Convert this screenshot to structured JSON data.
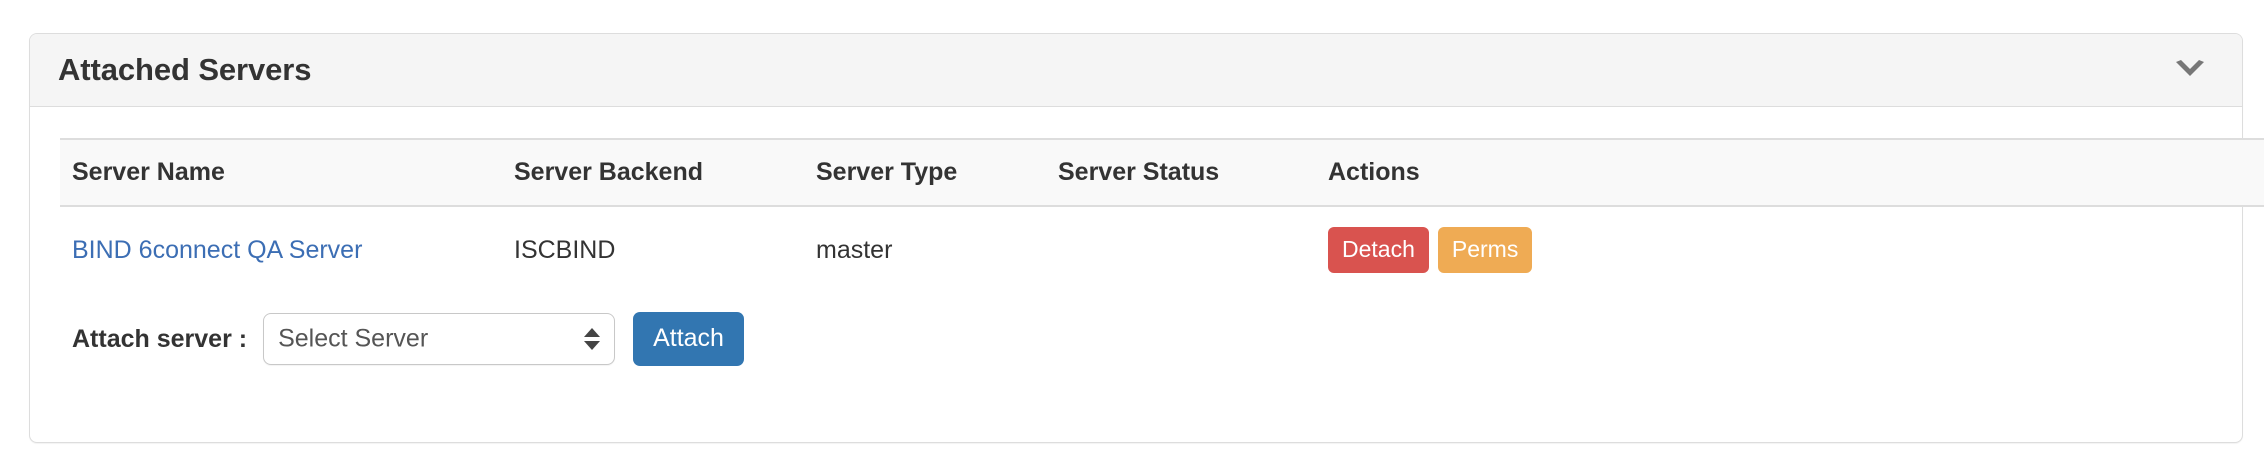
{
  "panel": {
    "title": "Attached Servers",
    "collapse_icon": "chevron-down-icon",
    "collapse_icon_color": "#777777"
  },
  "table": {
    "columns": [
      "Server Name",
      "Server Backend",
      "Server Type",
      "Server Status",
      "Actions"
    ],
    "rows": [
      {
        "server_name": "BIND 6connect QA Server",
        "server_backend": "ISCBIND",
        "server_type": "master",
        "server_status": "",
        "actions": [
          {
            "label": "Detach",
            "color": "#d9534f"
          },
          {
            "label": "Perms",
            "color": "#efab54"
          }
        ]
      }
    ]
  },
  "attach_form": {
    "label": "Attach server :",
    "select": {
      "value": "Select Server",
      "placeholder": "Select Server"
    },
    "submit_label": "Attach",
    "submit_color": "#3276b1"
  }
}
